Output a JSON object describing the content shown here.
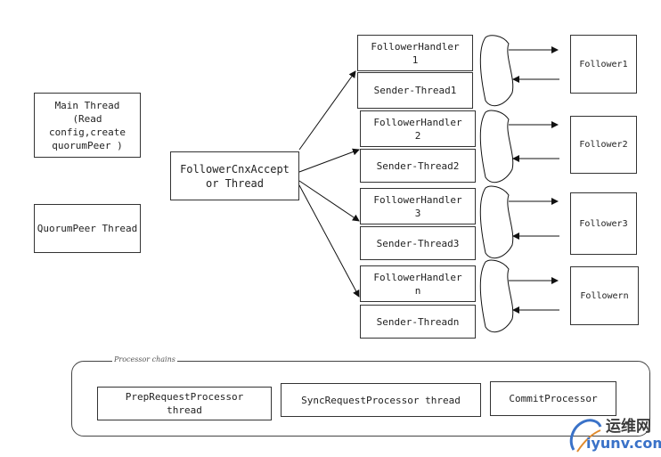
{
  "boxes": {
    "main_thread": "Main Thread\n(Read\nconfig,create\nquorumPeer )",
    "quorum_peer_thread": "QuorumPeer Thread",
    "follower_cnx_acceptor": "FollowerCnxAccept\nor Thread",
    "follower_handler_1": "FollowerHandler\n1",
    "sender_thread_1": "Sender-Thread1",
    "follower_handler_2": "FollowerHandler\n2",
    "sender_thread_2": "Sender-Thread2",
    "follower_handler_3": "FollowerHandler\n3",
    "sender_thread_3": "Sender-Thread3",
    "follower_handler_n": "FollowerHandler\nn",
    "sender_thread_n": "Sender-Threadn",
    "follower_1": "Follower1",
    "follower_2": "Follower2",
    "follower_3": "Follower3",
    "follower_n": "Followern"
  },
  "processor_chains": {
    "title": "Processor chains",
    "prep": "PrepRequestProcessor\nthread",
    "sync": "SyncRequestProcessor thread",
    "commit": "CommitProcessor"
  },
  "watermark": {
    "cn": "运维网",
    "en": "iyunv.com"
  },
  "colors": {
    "line": "#111111",
    "border": "#333333",
    "watermark_blue": "#3a72c8"
  }
}
